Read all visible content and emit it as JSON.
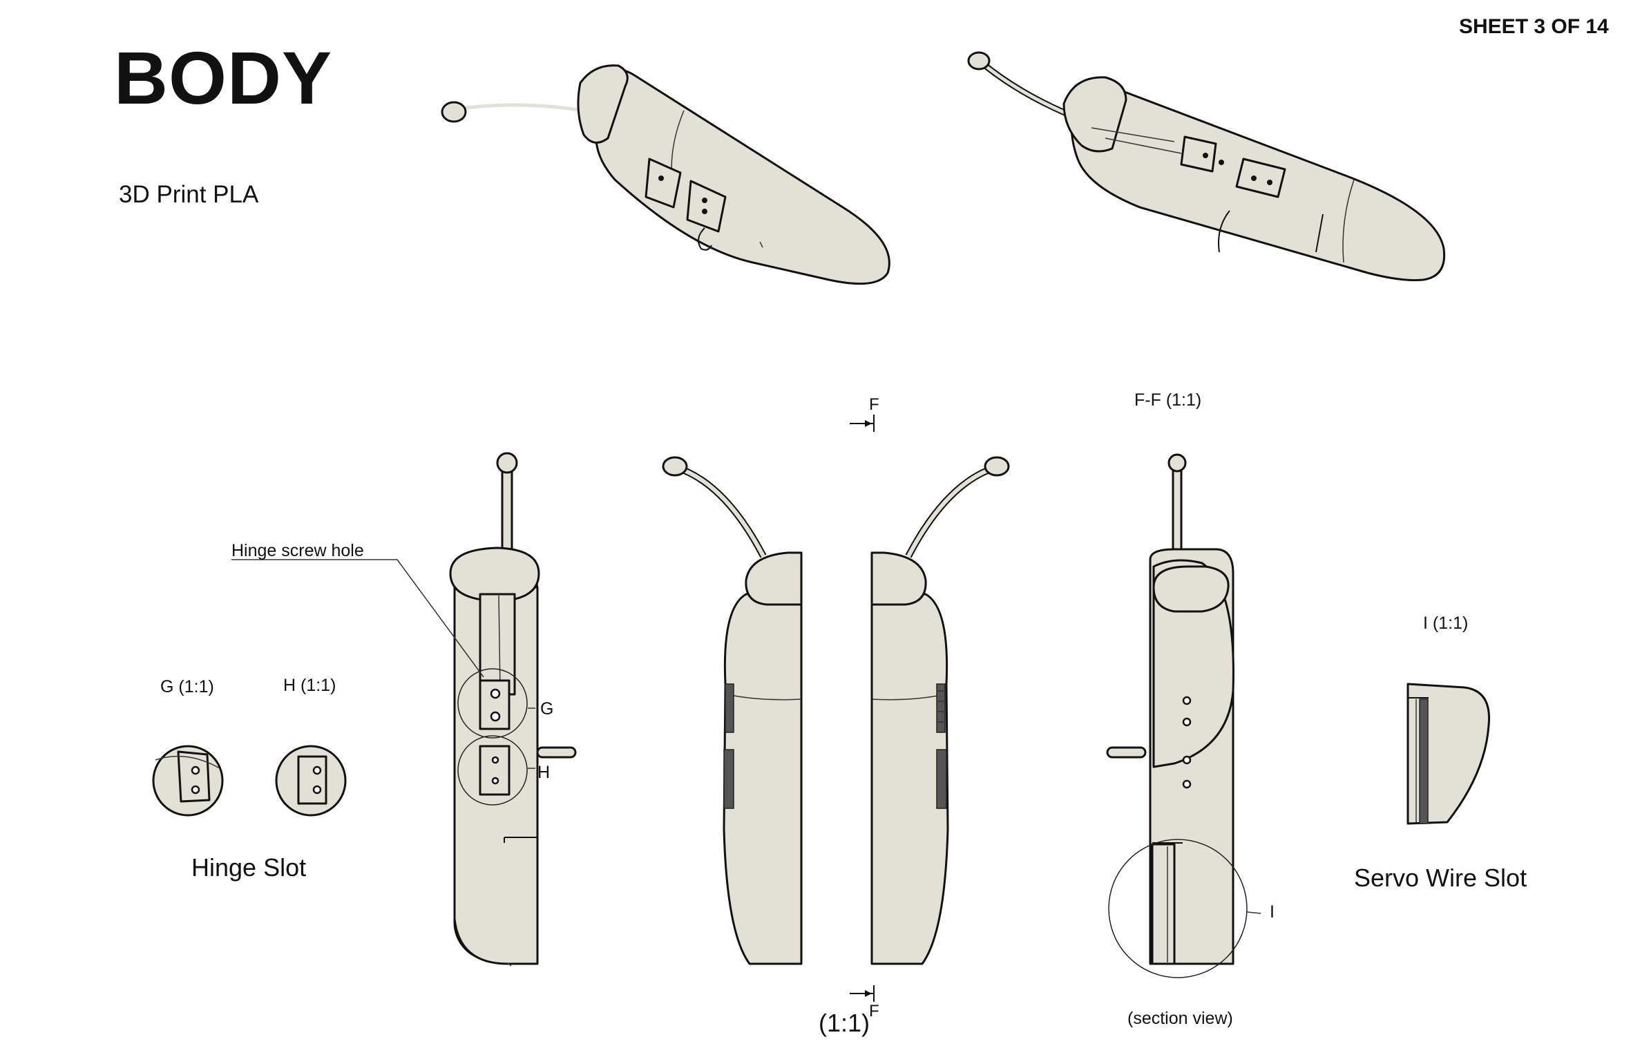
{
  "title": "BODY",
  "sheet_label": "SHEET 3 OF 14",
  "material": "3D Print PLA",
  "callout_hinge_screw_hole": "Hinge screw hole",
  "detail_g_title": "G (1:1)",
  "detail_h_title": "H (1:1)",
  "detail_g_marker": "G",
  "detail_h_marker": "H",
  "hinge_slot_caption": "Hinge Slot",
  "section_marker_top": "F",
  "section_marker_bottom": "F",
  "section_title": "F-F (1:1)",
  "scale_label": "(1:1)",
  "section_view_caption": "(section view)",
  "detail_i_title": "I (1:1)",
  "detail_i_marker": "I",
  "servo_wire_slot_caption": "Servo Wire Slot",
  "colors": {
    "part_fill": "#e3e1d6",
    "outline": "#111111",
    "background": "#ffffff"
  }
}
